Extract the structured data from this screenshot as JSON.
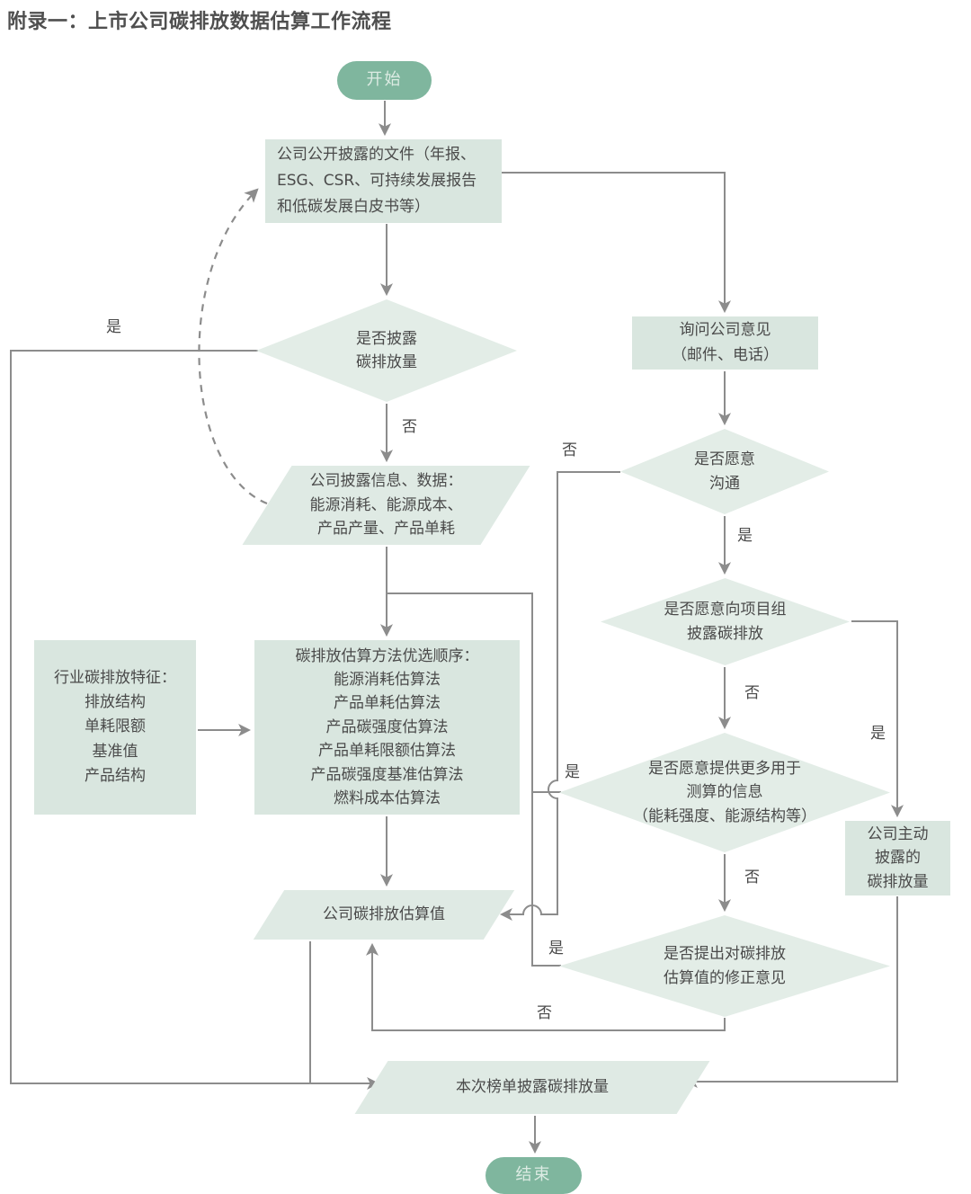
{
  "title": "附录一：上市公司碳排放数据估算工作流程",
  "colors": {
    "pill_fill": "#7fb69e",
    "pill_text": "#dcebe3",
    "box_fill": "#d9e6df",
    "diamond_fill": "#e3ede7",
    "parallelogram_fill": "#dfeae4",
    "connector": "#8c8c8c",
    "text": "#4a4a4a",
    "title_text": "#4f4f4f"
  },
  "nodes": {
    "start": {
      "label": "开始"
    },
    "public_docs": {
      "lines": [
        "公司公开披露的文件（年报、",
        "ESG、CSR、可持续发展报告",
        "和低碳发展白皮书等）"
      ]
    },
    "disclose_q": {
      "lines": [
        "是否披露",
        "碳排放量"
      ]
    },
    "disclosed_info": {
      "lines": [
        "公司披露信息、数据：",
        "能源消耗、能源成本、",
        "产品产量、产品单耗"
      ]
    },
    "industry_features": {
      "lines": [
        "行业碳排放特征：",
        "排放结构",
        "单耗限额",
        "基准值",
        "产品结构"
      ]
    },
    "methods": {
      "lines": [
        "碳排放估算方法优选顺序：",
        "能源消耗估算法",
        "产品单耗估算法",
        "产品碳强度估算法",
        "产品单耗限额估算法",
        "产品碳强度基准估算法",
        "燃料成本估算法"
      ]
    },
    "estimate": {
      "label": "公司碳排放估算值"
    },
    "ask_company": {
      "lines": [
        "询问公司意见",
        "（邮件、电话）"
      ]
    },
    "willing_q": {
      "lines": [
        "是否愿意",
        "沟通"
      ]
    },
    "disclose_team_q": {
      "lines": [
        "是否愿意向项目组",
        "披露碳排放"
      ]
    },
    "more_info_q": {
      "lines": [
        "是否愿意提供更多用于",
        "测算的信息",
        "（能耗强度、能源结构等）"
      ]
    },
    "self_disclosed": {
      "lines": [
        "公司主动",
        "披露的",
        "碳排放量"
      ]
    },
    "revision_q": {
      "lines": [
        "是否提出对碳排放",
        "估算值的修正意见"
      ]
    },
    "final": {
      "label": "本次榜单披露碳排放量"
    },
    "end": {
      "label": "结束"
    }
  },
  "edge_labels": {
    "yes": "是",
    "no": "否"
  }
}
